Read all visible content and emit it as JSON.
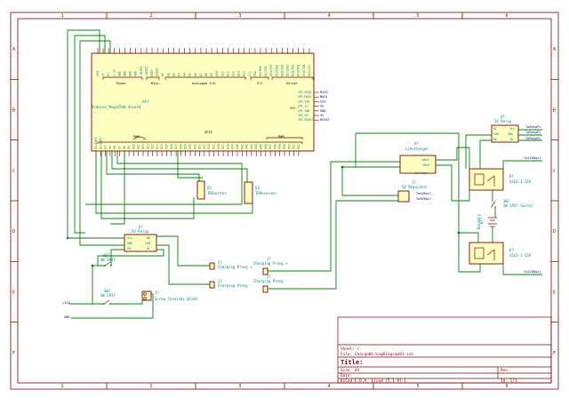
{
  "frame": {
    "cols": [
      "1",
      "2",
      "3",
      "4",
      "5",
      "6"
    ],
    "rows": [
      "A",
      "B",
      "C",
      "D",
      "E",
      "F"
    ]
  },
  "title_block": {
    "sheet": "Sheet: /",
    "file": "File: ChargeWiringDiagram01.sch",
    "title_label": "Title:",
    "size": "Size: A4",
    "date": "Date:",
    "rev": "Rev:",
    "tool": "KiCad E.D.A.  kicad (5.1.9)-1",
    "id": "Id: 1/1"
  },
  "components": {
    "arduino": {
      "ref": "XA?",
      "value": "Arduino_Mega2560_Shield",
      "groups": [
        "Power",
        "Misc.",
        "Analogue I/O",
        "Serial",
        "I²C",
        "SPI",
        "GPIO",
        "PWM",
        "PWM"
      ],
      "top_pins": [
        "VIN",
        "5V",
        "5V",
        "3.3V",
        "GND",
        "GND",
        "GND",
        "GND",
        "~RESET",
        "~RESET",
        "AREF",
        "IOREF",
        "A0",
        "A1",
        "A2",
        "A3",
        "A4",
        "A5",
        "A6",
        "A7",
        "A8",
        "A9",
        "A10",
        "A11",
        "A12",
        "A13",
        "A14",
        "A15",
        "SCL",
        "SDA",
        "D0/RX0",
        "D1/TX0",
        "D14/TX3",
        "D15/RX3",
        "D16/TX2",
        "D17/RX2",
        "D18/TX1",
        "D19/RX1",
        "D20/SDA",
        "D21/SCL"
      ],
      "spi_pins": [
        "SPI_MISO",
        "SPI_MOSI",
        "SPI_SCK",
        "SPI_SS",
        "SPI_GND",
        "SPI_5V",
        "SPI_RESET"
      ],
      "spi_nets": [
        "MISO",
        "MOSI",
        "SCK",
        "SS",
        "GND",
        "5V",
        "RESET"
      ],
      "bottom_pins": [
        "D2/INT4",
        "D3/INT5",
        "D4",
        "D5",
        "D6",
        "D7",
        "D8",
        "D9",
        "D10",
        "D11",
        "D12",
        "D13",
        "D22",
        "D23",
        "D24",
        "D25",
        "D26",
        "D27",
        "D28",
        "D29",
        "D30",
        "D31",
        "D32",
        "D33",
        "D34",
        "D35",
        "D36",
        "D37",
        "D38",
        "D39",
        "D40",
        "D41",
        "D42",
        "D43",
        "D44",
        "D45",
        "D46",
        "D47",
        "D48",
        "D49",
        "D50",
        "D51",
        "D52",
        "D53"
      ]
    },
    "u2": {
      "ref": "U2",
      "value": "IREmitter"
    },
    "u3": {
      "ref": "U3",
      "value": "IRReceiver"
    },
    "relay_u1": {
      "ref": "U?",
      "value": "5V Relay",
      "pins": [
        "Vcc",
        "GND",
        "IN",
        "NO",
        "COM",
        "NC"
      ]
    },
    "relay_u7": {
      "ref": "U?",
      "value": "5V Relay",
      "pins": [
        "NC",
        "COM",
        "NO",
        "Vcc",
        "GND",
        "IN"
      ],
      "nets": [
        "ToRaspPi",
        "ToRaspPi",
        "ToRaspPi"
      ]
    },
    "lipo": {
      "ref": "U?",
      "value": "LiPoCharger",
      "pins": [
        "+Batt",
        "-Batt",
        "Balance"
      ]
    },
    "reg": {
      "ref": "J?",
      "value": "5V Regulator",
      "pins": [
        "To5VRail",
        "To5VRail"
      ]
    },
    "k2": {
      "ref": "K?",
      "value": "G5LE-1-12V"
    },
    "k1": {
      "ref": "K?",
      "value": "G5LE-1-12V"
    },
    "sw_bat": {
      "ref": "SW?",
      "value": "SW_SPST-Switch"
    },
    "battery": {
      "ref": "BT?",
      "value": "Battery"
    },
    "sw1": {
      "ref": "SW?",
      "value": "SW_SPST"
    },
    "sw2": {
      "ref": "SW?",
      "value": "SW_SPST"
    },
    "terminal": {
      "ref": "J?",
      "value": "Screw_Terminal_01x02"
    },
    "prong1": {
      "ref": "J?",
      "value": "Charging Prong +"
    },
    "prong2": {
      "ref": "J?",
      "value": "Charging Prong +"
    },
    "prong3": {
      "ref": "J?",
      "value": "Charging Prong -"
    },
    "prong4": {
      "ref": "J?",
      "value": "Charging Prong -"
    }
  },
  "labels": {
    "v12": "+12V",
    "gnd": "GND",
    "to12v_top": "To12VRail",
    "to12v_bot": "To12VRail"
  }
}
